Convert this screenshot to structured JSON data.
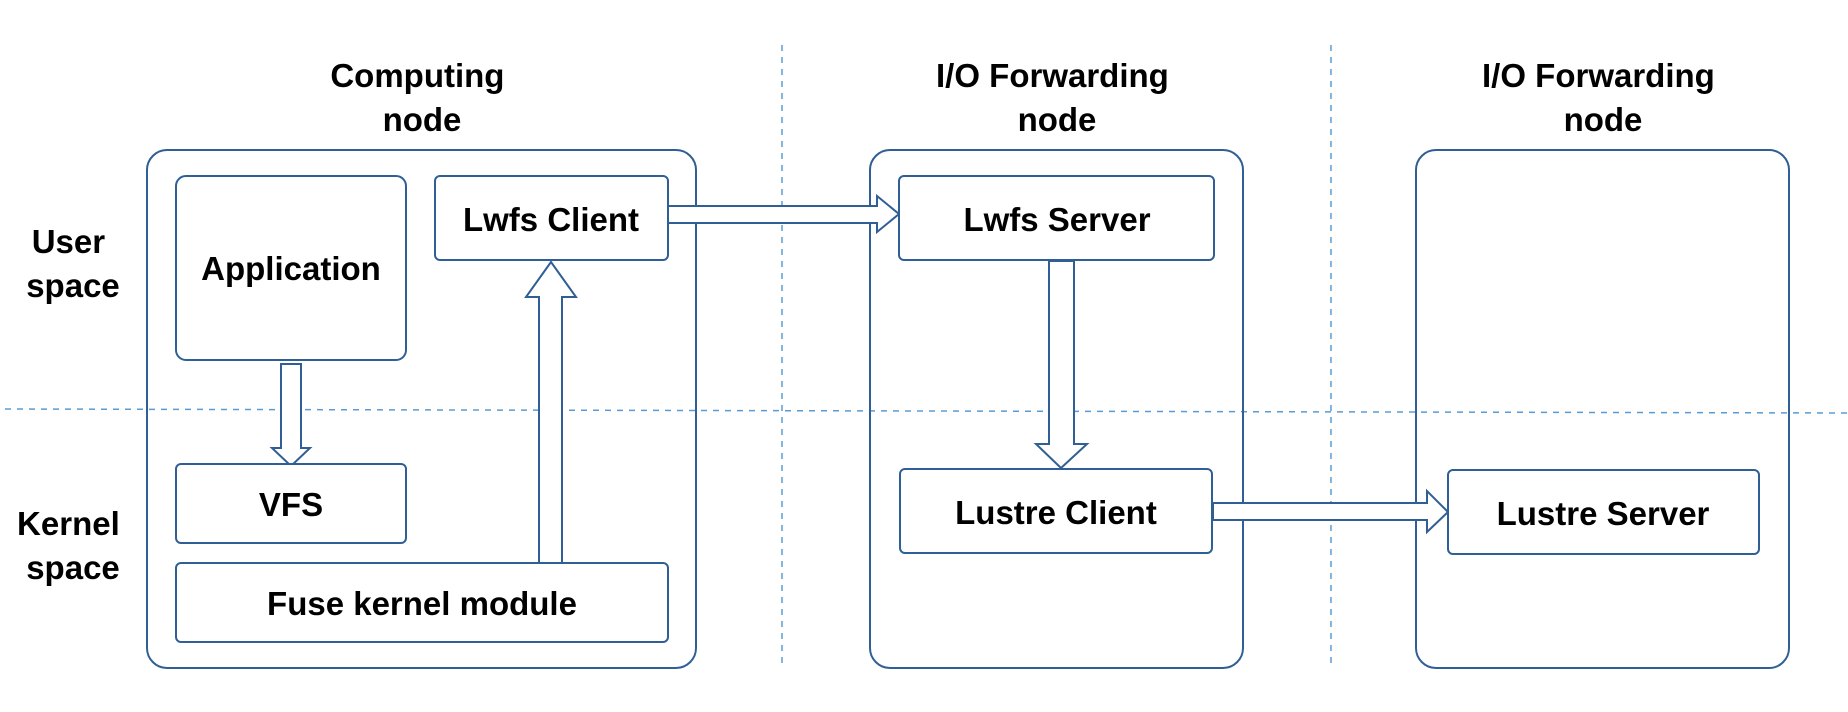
{
  "columns": [
    {
      "header_line1": "Computing",
      "header_line2": "node"
    },
    {
      "header_line1": "I/O Forwarding",
      "header_line2": "node"
    },
    {
      "header_line1": "I/O Forwarding",
      "header_line2": "node"
    }
  ],
  "rows": {
    "user": {
      "line1": "User",
      "line2": "space"
    },
    "kernel": {
      "line1": "Kernel",
      "line2": "space"
    }
  },
  "components": {
    "application": "Application",
    "lwfs_client": "Lwfs Client",
    "vfs": "VFS",
    "fuse_kernel_module": "Fuse kernel module",
    "lwfs_server": "Lwfs Server",
    "lustre_client": "Lustre Client",
    "lustre_server": "Lustre Server"
  },
  "colors": {
    "border": "#2f5f94",
    "divider": "#5b9bd5"
  }
}
